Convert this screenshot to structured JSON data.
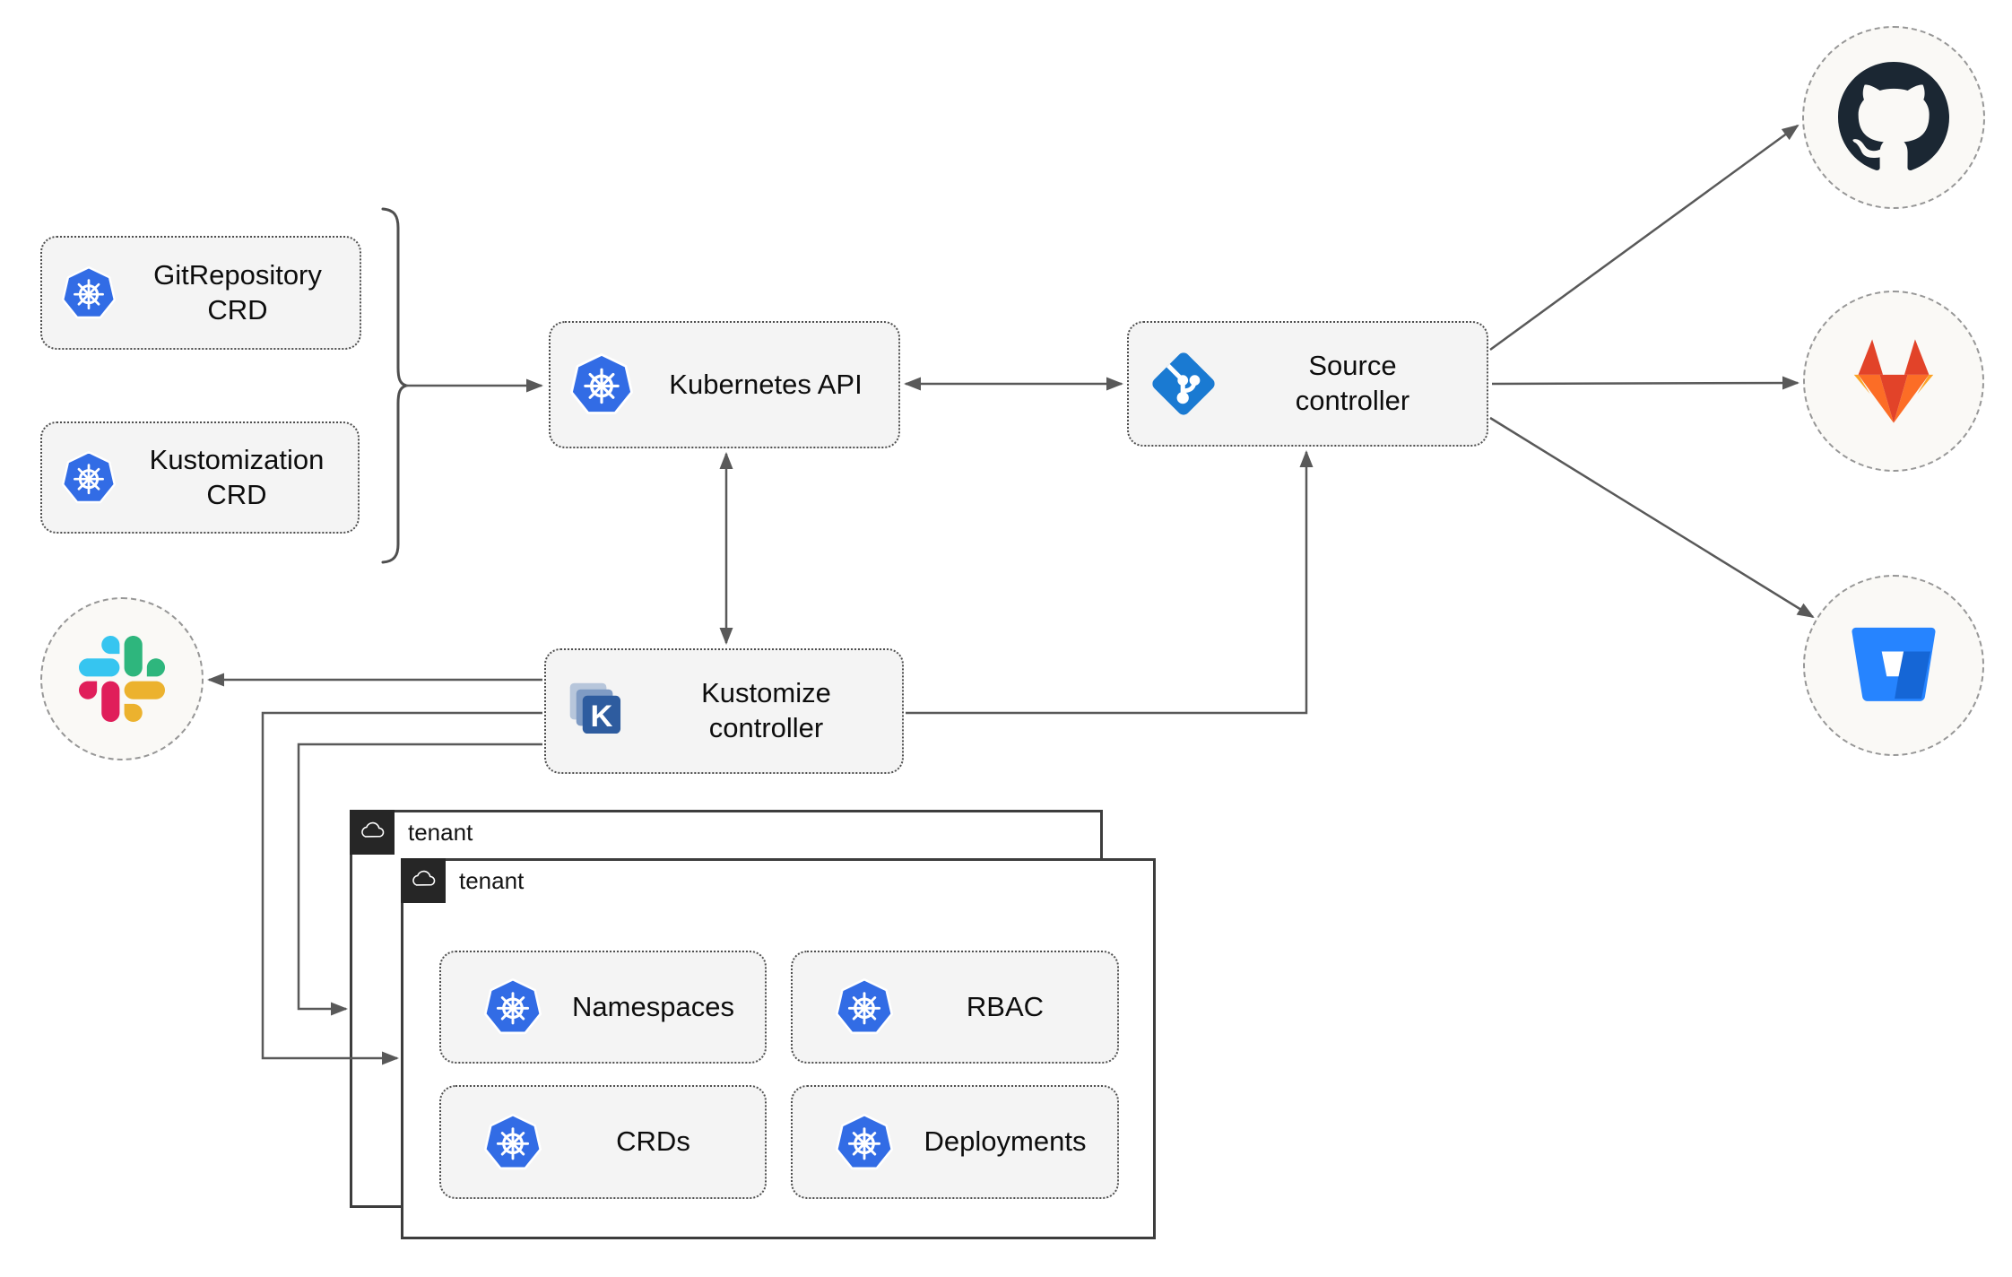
{
  "diagram": {
    "nodes": {
      "gitrepository_crd": {
        "label": "GitRepository\nCRD",
        "icon": "kubernetes-icon"
      },
      "kustomization_crd": {
        "label": "Kustomization\nCRD",
        "icon": "kubernetes-icon"
      },
      "kubernetes_api": {
        "label": "Kubernetes API",
        "icon": "kubernetes-icon"
      },
      "source_controller": {
        "label": "Source\ncontroller",
        "icon": "git-icon"
      },
      "kustomize_controller": {
        "label": "Kustomize\ncontroller",
        "icon": "kustomize-icon"
      },
      "tenant_outer": {
        "label": "tenant",
        "icon": "cloud-icon"
      },
      "tenant_inner": {
        "label": "tenant",
        "icon": "cloud-icon"
      },
      "namespaces": {
        "label": "Namespaces",
        "icon": "kubernetes-icon"
      },
      "rbac": {
        "label": "RBAC",
        "icon": "kubernetes-icon"
      },
      "crds": {
        "label": "CRDs",
        "icon": "kubernetes-icon"
      },
      "deployments": {
        "label": "Deployments",
        "icon": "kubernetes-icon"
      }
    },
    "external_services": [
      {
        "name": "github",
        "icon": "github-icon"
      },
      {
        "name": "gitlab",
        "icon": "gitlab-icon"
      },
      {
        "name": "bitbucket",
        "icon": "bitbucket-icon"
      }
    ],
    "notification_service": {
      "name": "slack",
      "icon": "slack-icon"
    },
    "icons": {
      "kustomize_letter": "K"
    },
    "colors": {
      "kubernetes_blue": "#326ce5",
      "git_blue": "#1a7ad2",
      "kustomize_front_blue": "#2e5c9f",
      "kustomize_mid_blue": "#7f9bc4",
      "kustomize_back_blue": "#b7c6db",
      "node_fill": "#f4f4f4",
      "node_border": "#4f4f4f",
      "arrow": "#595959",
      "tenant_border": "#3d3d3d",
      "tenant_header": "#262626",
      "circle_fill": "#faf9f6",
      "github_dark": "#1b2733",
      "gitlab_red": "#e24329",
      "gitlab_orange": "#fc6d26",
      "gitlab_light_orange": "#fca326",
      "bitbucket_blue": "#2684ff",
      "bitbucket_shade": "#1566d6",
      "slack_blue": "#36c5f0",
      "slack_green": "#2eb67d",
      "slack_yellow": "#ecb22e",
      "slack_red": "#e01e5a"
    }
  }
}
